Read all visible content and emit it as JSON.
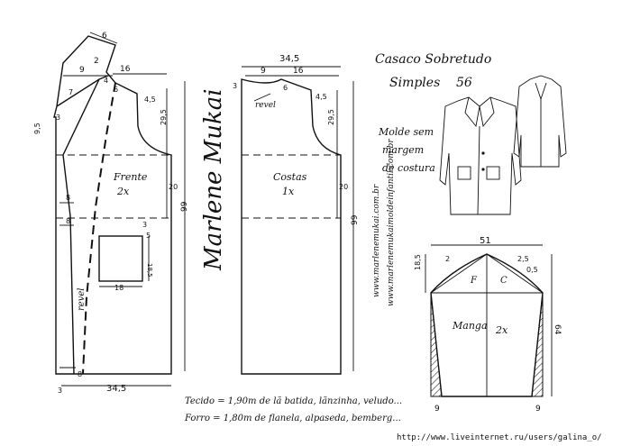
{
  "title": {
    "line1": "Casaco Sobretudo",
    "line2": "Simples",
    "number": "56"
  },
  "note": {
    "line1": "Molde sem",
    "line2": "margem",
    "line3": "de costura"
  },
  "front": {
    "name": "Frente",
    "qty": "2x",
    "seam_label": "revel",
    "dims": {
      "collar_top": "6",
      "collar_side": "2",
      "neck": "9",
      "shoulder": "16",
      "sh_drop": "4",
      "sh_small": "6",
      "sh_right": "4,5",
      "left_small": "9,5",
      "left_3": "3",
      "armhole": "29,5",
      "waist": "20",
      "length": "99",
      "button_8a": "8",
      "button_8b": "8",
      "pocket_w": "18",
      "pocket_h": "18,5",
      "pocket_top": "3",
      "pocket_side": "5",
      "hem_8": "8",
      "hem_3": "3",
      "hem_width": "34,5",
      "coord_7": "7"
    }
  },
  "back": {
    "name": "Costas",
    "qty": "1x",
    "seam_label": "revel",
    "dims": {
      "top_width": "34,5",
      "neck": "9",
      "shoulder": "16",
      "left_3": "3",
      "sh_6": "6",
      "sh_right": "4,5",
      "armhole": "29,5",
      "waist": "20",
      "length": "99"
    }
  },
  "sleeve": {
    "name": "Manga",
    "qty": "2x",
    "front_letter": "F",
    "back_letter": "C",
    "dims": {
      "width": "51",
      "cap_left": "18,5",
      "cap_2": "2",
      "cap_25": "2,5",
      "cap_05": "0,5",
      "length": "64",
      "hem_left": "9",
      "hem_right": "9"
    }
  },
  "materials": {
    "line1": "Tecido = 1,90m  de lã batida, lãnzinha, veludo...",
    "line2": "Forro = 1,80m   de flanela, alpaseda, bemberg..."
  },
  "signature": "Marlene Mukai",
  "vertical_url1": "www.marlenemukai.com.br",
  "vertical_url2": "www.marlenemukaimoldeinfantil.com.br",
  "watermark": "http://www.liveinternet.ru/users/galina_o/"
}
